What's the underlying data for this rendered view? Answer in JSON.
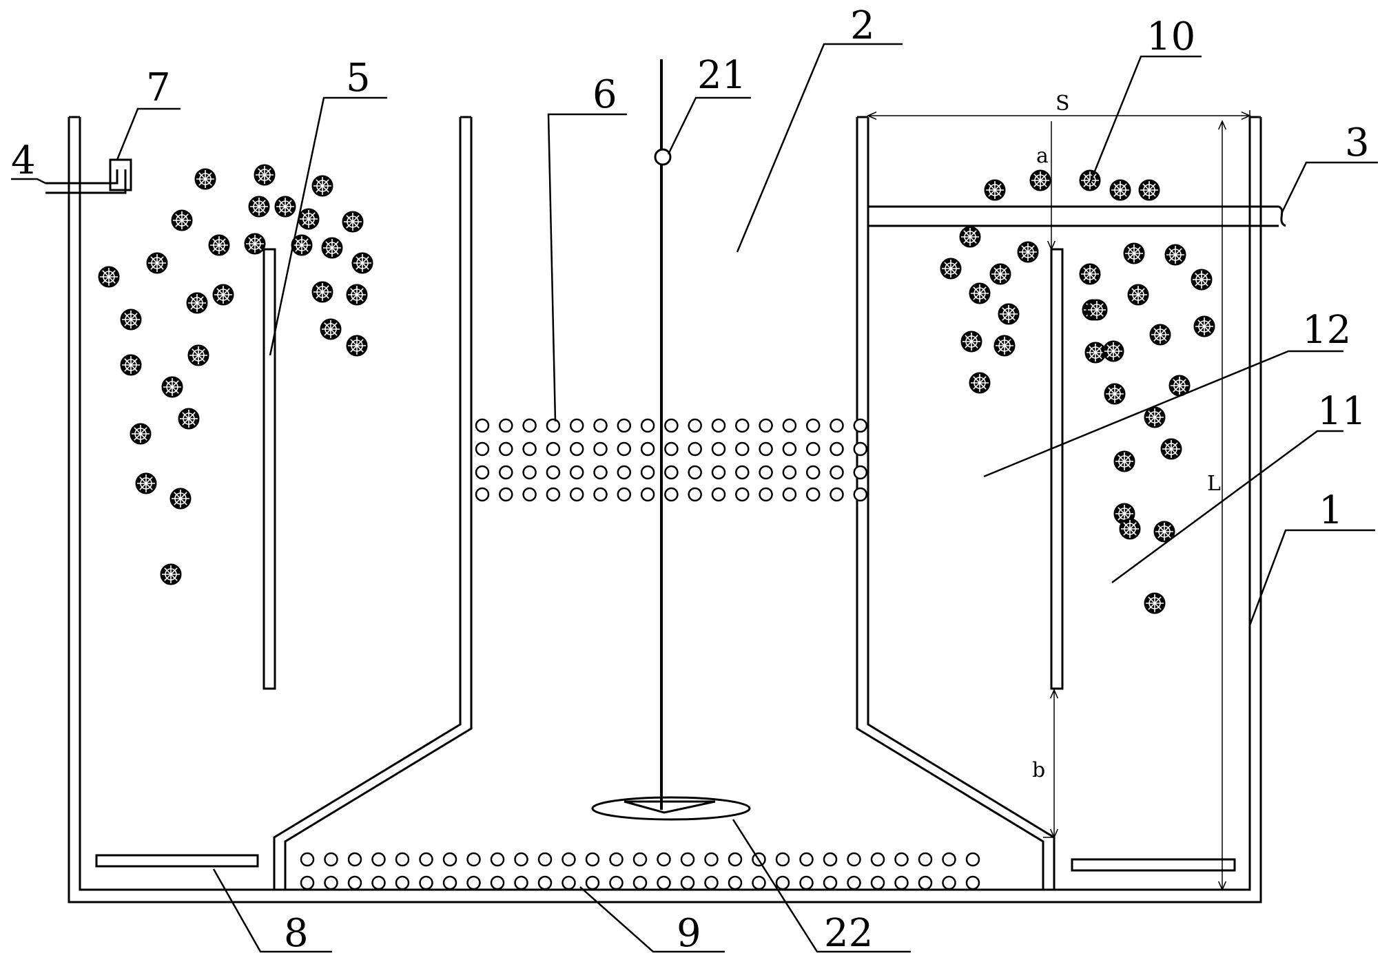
{
  "diagram": {
    "callouts": {
      "c1": "1",
      "c2": "2",
      "c3": "3",
      "c4": "4",
      "c5": "5",
      "c6": "6",
      "c7": "7",
      "c8": "8",
      "c9": "9",
      "c10": "10",
      "c11": "11",
      "c12": "12",
      "c21": "21",
      "c22": "22"
    },
    "dimensions": {
      "s": "S",
      "a": "a",
      "b": "b",
      "l": "L"
    }
  },
  "colors": {
    "line": "#000000",
    "background": "#ffffff"
  },
  "icons": {
    "filler_ball": "filler-ball-icon",
    "bubble": "bubble-icon",
    "valve": "valve-icon",
    "impeller": "impeller-icon"
  }
}
